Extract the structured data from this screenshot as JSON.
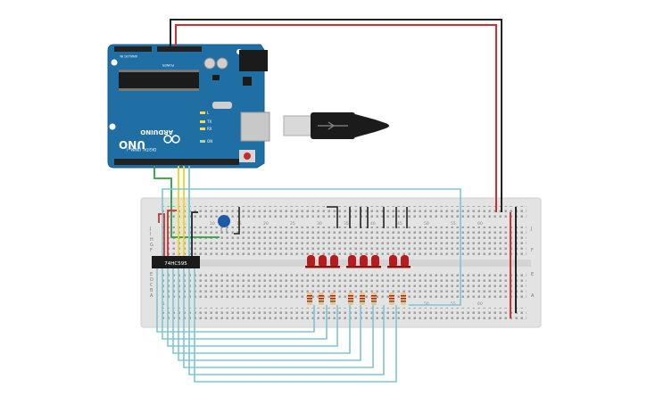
{
  "arduino": {
    "brand": "ARDUINO",
    "model": "UNO",
    "digital_label": "DIGITAL (PWM~)",
    "power_label": "POWER",
    "analog_label": "ANALOG IN",
    "tx_label": "TX",
    "rx_label": "RX",
    "l_label": "L",
    "on_label": "ON",
    "board_color": "#1f6fa5"
  },
  "chip": {
    "label": "74HC595"
  },
  "breadboard": {
    "row_letters_top": [
      "J",
      "I",
      "H",
      "G",
      "F"
    ],
    "row_letters_bottom": [
      "E",
      "D",
      "C",
      "B",
      "A"
    ],
    "column_numbers": [
      "1",
      "5",
      "10",
      "15",
      "20",
      "25",
      "30",
      "35",
      "40",
      "45",
      "50",
      "55",
      "60"
    ]
  },
  "components": {
    "led_count": 8,
    "resistor_count": 8,
    "led_color": "#b71c1c",
    "capacitor_color": "#1e5aa8"
  },
  "wire_colors": {
    "power": "#d32f2f",
    "ground": "#222222",
    "data": "#f2d21b",
    "clock": "#f2d21b",
    "signal": "#2e9e3e",
    "output": "#7cc7d3"
  }
}
